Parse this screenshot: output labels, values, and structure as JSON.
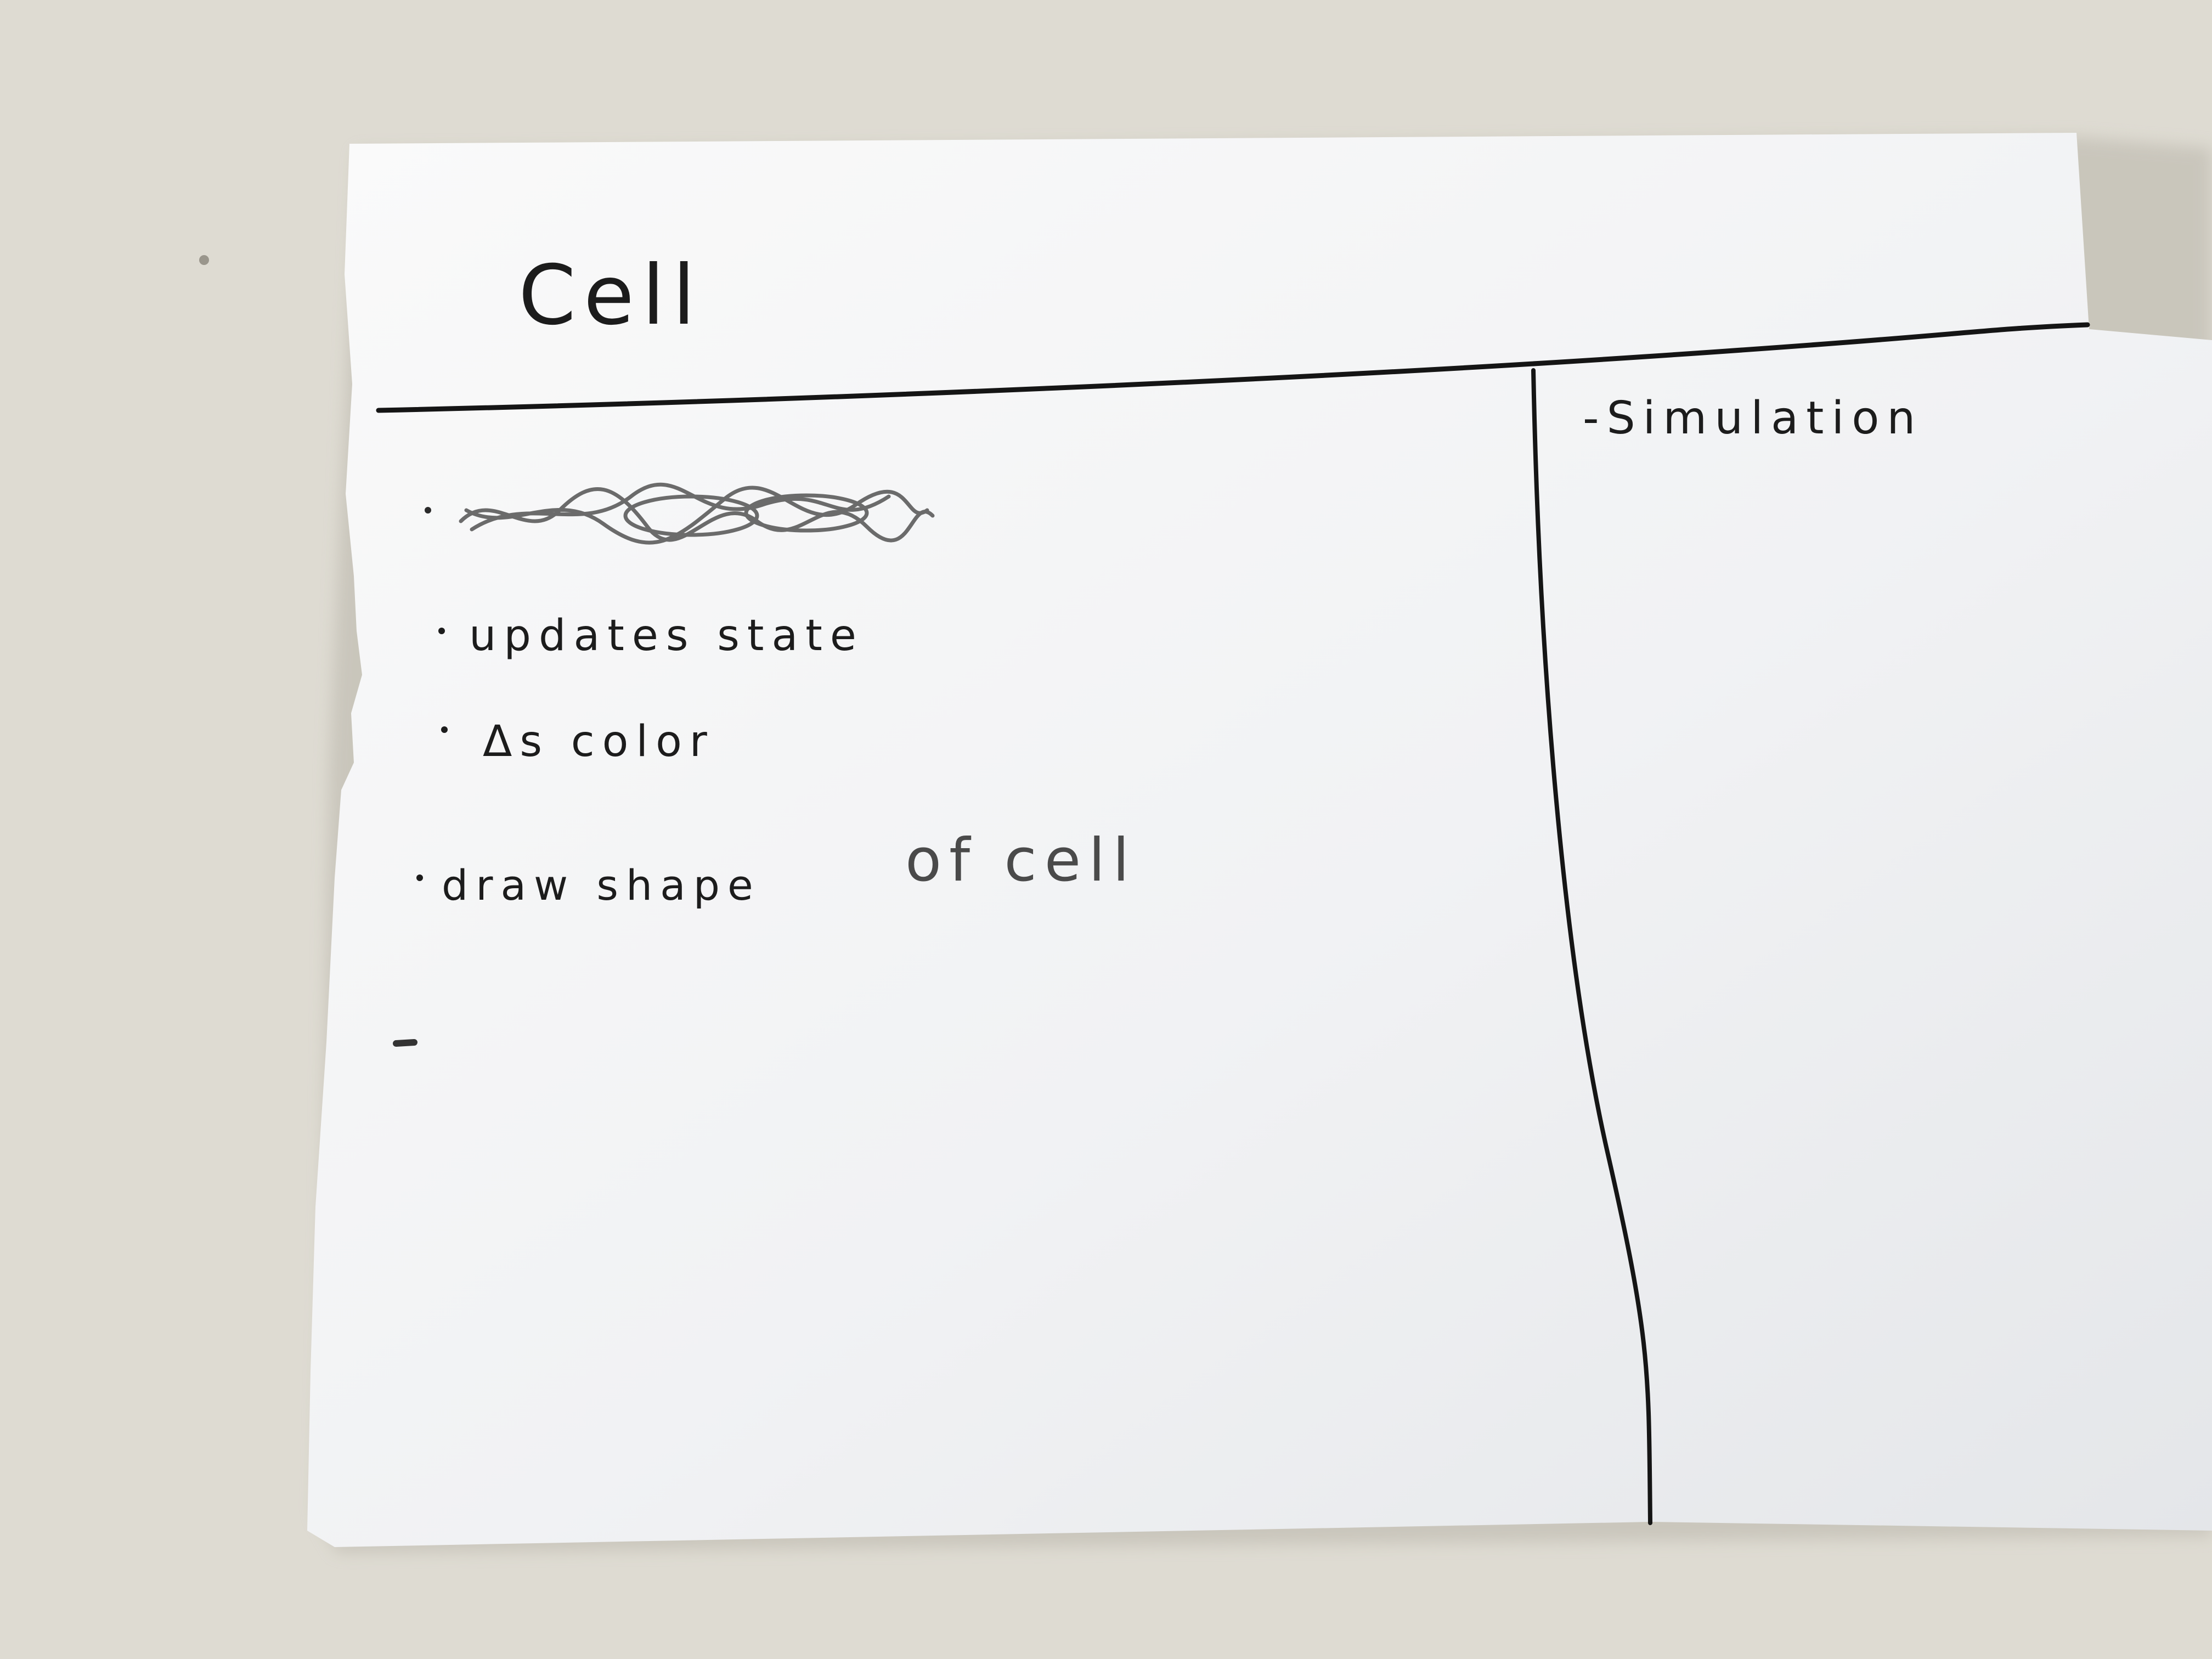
{
  "card": {
    "title": "Cell",
    "responsibilities": [
      "updates state",
      "Δs color",
      "draw shape",
      "of cell"
    ],
    "collaborators": [
      "-Simulation"
    ]
  },
  "colors": {
    "table": "#dedbd2",
    "paper": "#f4f5f6",
    "ink": "#1c1c1c",
    "pencil": "#4a4a4a",
    "scribble": "#6b6b6b"
  }
}
